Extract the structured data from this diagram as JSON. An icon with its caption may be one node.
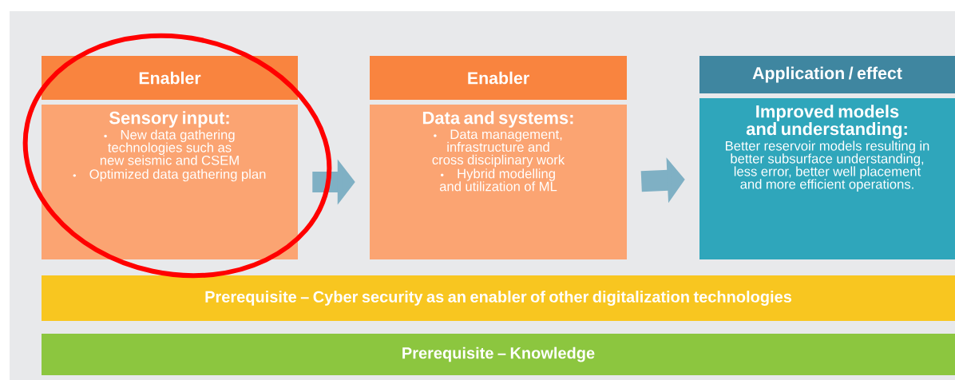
{
  "diagram": {
    "nodes": [
      {
        "text": [
          "Enabler"
        ]
      },
      {
        "text": [
          "Sensory input:",
          "New data gathering technologies such as new seismic and CSEM",
          "Optimized data gathering plan"
        ]
      },
      {
        "text": [
          "Enabler"
        ]
      },
      {
        "text": [
          "Data and systems:",
          "Data management, infrastructure and cross disciplinary work",
          "Hybrid modelling and utilization of ML"
        ]
      },
      {
        "text": [
          "Application / effect"
        ]
      },
      {
        "text": [
          "Improved models and understanding:",
          "Better reservoir models resulting in better subsurface understanding, less error, better well placement and more efficient operations."
        ]
      },
      {
        "text": [
          "Prerequisite – Cyber security as an enabler of other digitalization technologies"
        ]
      },
      {
        "text": [
          "Prerequisite – Knowledge"
        ]
      }
    ],
    "edges": [
      {
        "from": 1,
        "to": 3,
        "arrow": "to"
      },
      {
        "from": 3,
        "to": 5,
        "arrow": "to"
      }
    ]
  }
}
